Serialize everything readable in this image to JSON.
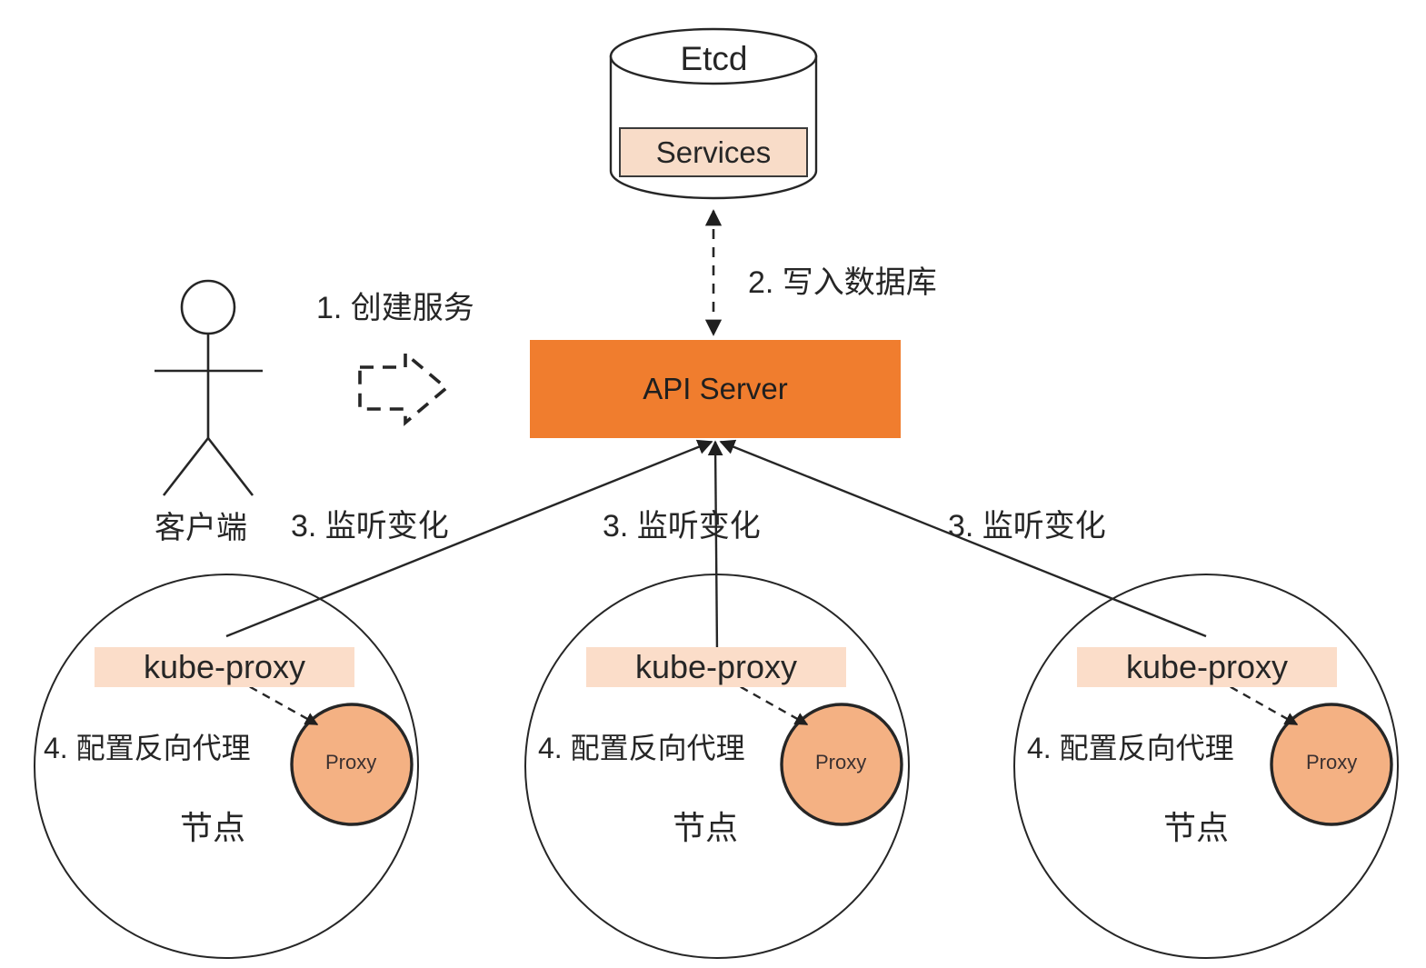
{
  "diagram": {
    "title_visible": false,
    "colors": {
      "api_server_fill": "#F07D2E",
      "kube_proxy_fill": "#FBDDC9",
      "services_fill": "#F8DCC8",
      "proxy_circle_fill": "#F4B183",
      "stroke": "#262626",
      "background": "#FFFFFF"
    },
    "etcd": {
      "label": "Etcd",
      "inner_box_label": "Services"
    },
    "api_server": {
      "label": "API Server"
    },
    "client": {
      "label": "客户端",
      "icon": "actor-stick-figure"
    },
    "steps": {
      "step1": "1. 创建服务",
      "step2": "2. 写入数据库",
      "step3": "3. 监听变化",
      "step4": "4. 配置反向代理"
    },
    "nodes": [
      {
        "kube_proxy_label": "kube-proxy",
        "config_label": "4. 配置反向代理",
        "node_label": "节点",
        "proxy_label": "Proxy",
        "watch_label": "3. 监听变化"
      },
      {
        "kube_proxy_label": "kube-proxy",
        "config_label": "4. 配置反向代理",
        "node_label": "节点",
        "proxy_label": "Proxy",
        "watch_label": "3. 监听变化"
      },
      {
        "kube_proxy_label": "kube-proxy",
        "config_label": "4. 配置反向代理",
        "node_label": "节点",
        "proxy_label": "Proxy",
        "watch_label": "3. 监听变化"
      }
    ]
  }
}
